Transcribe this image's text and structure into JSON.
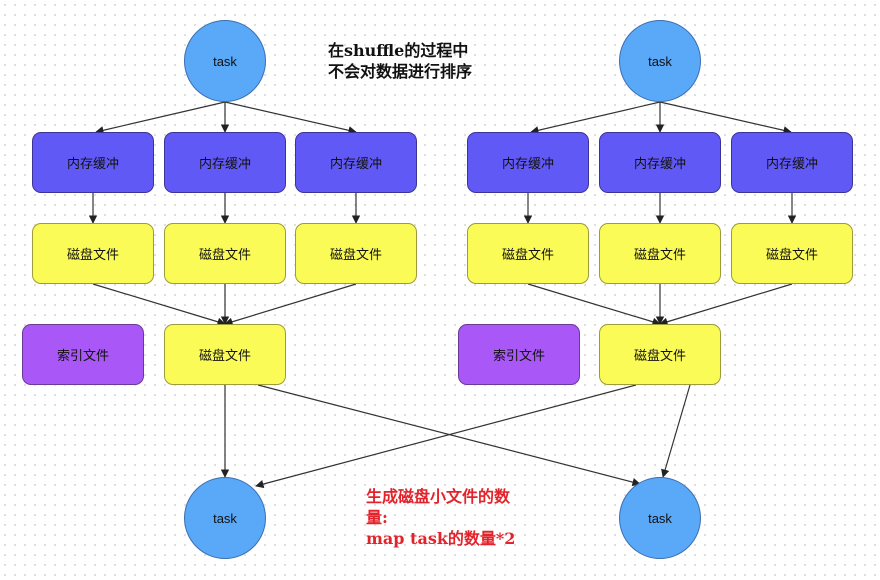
{
  "nodes": {
    "left_task_top": "task",
    "left_buffer_1": "内存缓冲",
    "left_buffer_2": "内存缓冲",
    "left_buffer_3": "内存缓冲",
    "left_disk_1": "磁盘文件",
    "left_disk_2": "磁盘文件",
    "left_disk_3": "磁盘文件",
    "left_index": "索引文件",
    "left_disk_merged": "磁盘文件",
    "right_task_top": "task",
    "right_buffer_1": "内存缓冲",
    "right_buffer_2": "内存缓冲",
    "right_buffer_3": "内存缓冲",
    "right_disk_1": "磁盘文件",
    "right_disk_2": "磁盘文件",
    "right_disk_3": "磁盘文件",
    "right_index": "索引文件",
    "right_disk_merged": "磁盘文件",
    "bottom_task_left": "task",
    "bottom_task_right": "task"
  },
  "notes": {
    "top_line1": "在shuffle的过程中",
    "top_line2": "不会对数据进行排序",
    "bottom_line1": "生成磁盘小文件的数",
    "bottom_line2": "量:",
    "bottom_line3": "map task的数量*2"
  },
  "colors": {
    "task": "#5aa8f8",
    "buffer": "#6159f5",
    "disk": "#fbfb58",
    "index": "#a957f7",
    "note_red": "#e3232b"
  }
}
